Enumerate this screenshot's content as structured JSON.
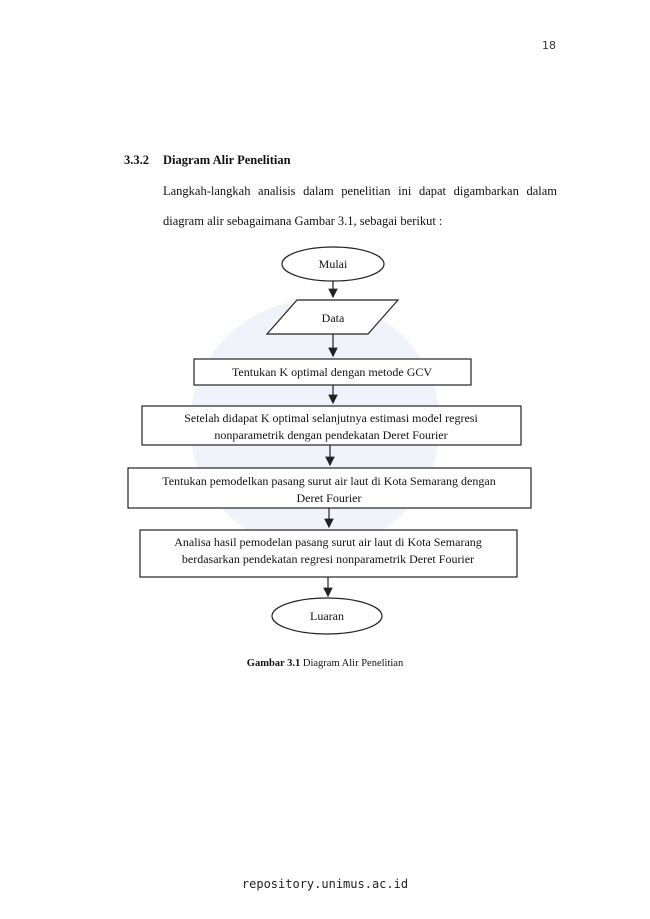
{
  "page_number": "18",
  "section": {
    "number": "3.3.2",
    "title": "Diagram Alir Penelitian"
  },
  "paragraph": {
    "line1": "Langkah-langkah analisis dalam penelitian ini dapat digambarkan dalam",
    "line2": "diagram alir sebagaimana Gambar 3.1, sebagai berikut :"
  },
  "flowchart": {
    "start": "Mulai",
    "data": "Data",
    "step1": "Tentukan K optimal  dengan metode GCV",
    "step2_line1": "Setelah didapat K optimal selanjutnya estimasi model regresi",
    "step2_line2": "nonparametrik dengan pendekatan Deret Fourier",
    "step3_line1": "Tentukan pemodelkan pasang surut air laut di Kota Semarang dengan",
    "step3_line2": "Deret Fourier",
    "step4_line1": "Analisa hasil pemodelan pasang surut air laut di Kota Semarang",
    "step4_line2": "berdasarkan pendekatan regresi nonparametrik Deret Fourier",
    "end": "Luaran"
  },
  "caption": {
    "label": "Gambar 3.1",
    "text": "Diagram Alir Penelitian"
  },
  "footer": "repository.unimus.ac.id"
}
